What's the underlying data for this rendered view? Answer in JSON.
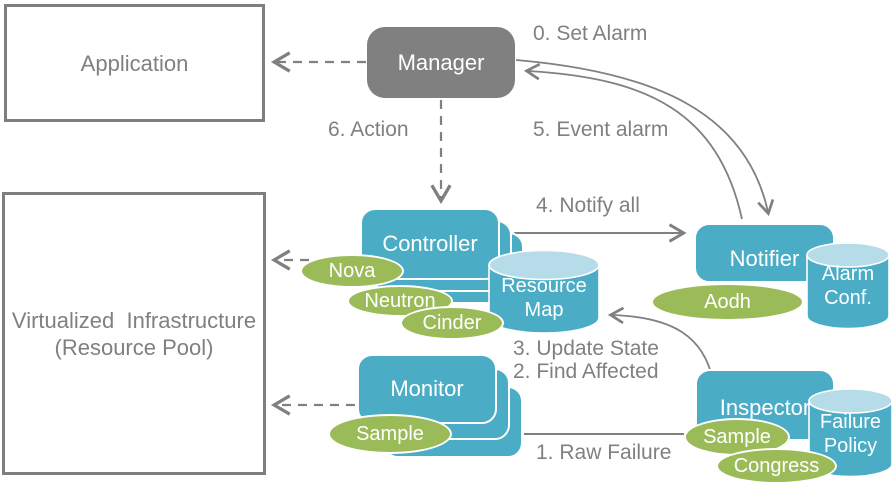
{
  "colors": {
    "blue": "#4bacc6",
    "blue_light": "#b5dce8",
    "green": "#9bbb59",
    "gray": "#808080",
    "white": "#ffffff"
  },
  "nodes": {
    "application": "Application",
    "virtualized_infrastructure_line1": "Virtualized  Infrastructure",
    "virtualized_infrastructure_line2": "(Resource Pool)",
    "manager": "Manager",
    "controller": "Controller",
    "monitor": "Monitor",
    "notifier": "Notifier",
    "inspector": "Inspector"
  },
  "datastores": {
    "resource_map": {
      "line1": "Resource",
      "line2": "Map"
    },
    "alarm_conf": {
      "line1": "Alarm",
      "line2": "Conf."
    },
    "failure_policy": {
      "line1": "Failure",
      "line2": "Policy"
    }
  },
  "components": {
    "nova": "Nova",
    "neutron": "Neutron",
    "cinder": "Cinder",
    "aodh": "Aodh",
    "monitor_sample": "Sample",
    "inspector_sample": "Sample",
    "congress": "Congress"
  },
  "flow_labels": {
    "set_alarm": "0. Set Alarm",
    "event_alarm": "5. Event alarm",
    "action": "6. Action",
    "notify_all": "4. Notify all",
    "update_state": "3. Update State",
    "find_affected": "2. Find Affected",
    "raw_failure": "1. Raw Failure"
  }
}
